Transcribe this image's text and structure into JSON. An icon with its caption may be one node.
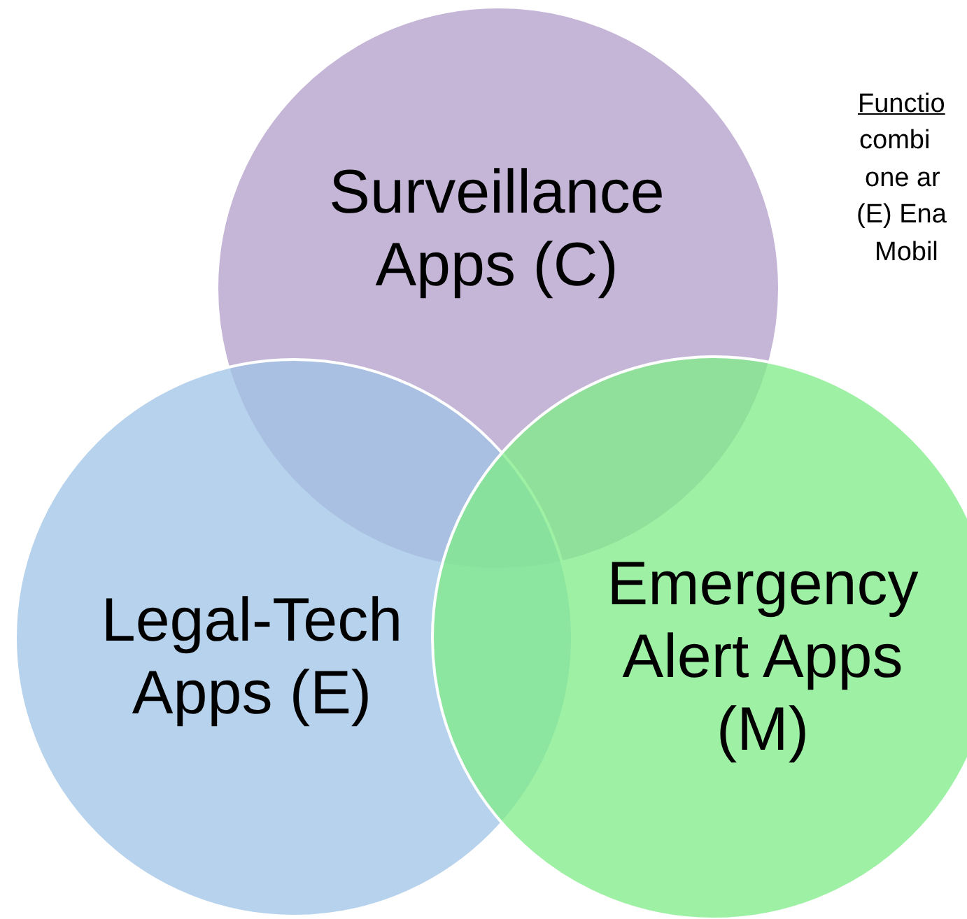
{
  "diagram": {
    "nodes": [
      {
        "text": [
          "Surveillance Apps (C)"
        ]
      },
      {
        "text": [
          "Legal-Tech Apps (E)"
        ]
      },
      {
        "text": [
          "Emergency Alert Apps (M)"
        ]
      }
    ],
    "labels": [
      "Functio",
      "combi",
      "one ar",
      "(E) Ena",
      "Mobil"
    ]
  }
}
